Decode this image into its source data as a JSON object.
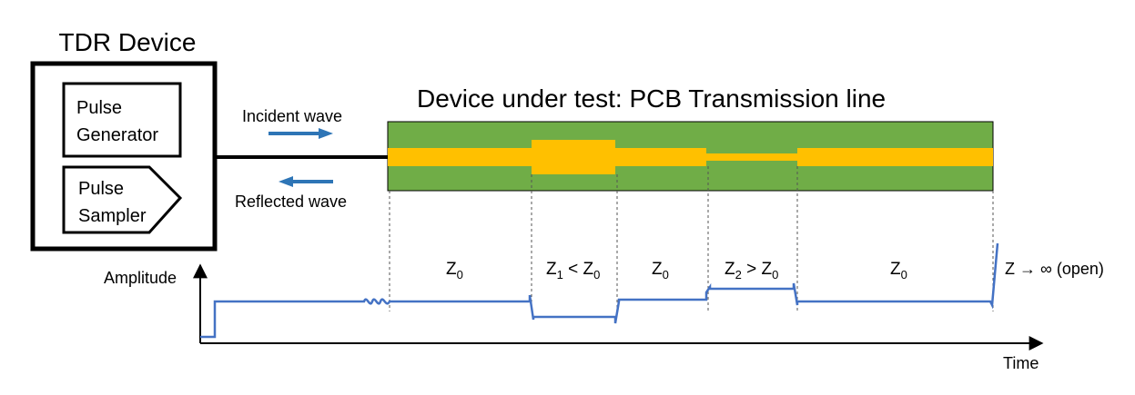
{
  "device": {
    "title": "TDR Device",
    "generator": {
      "line1": "Pulse",
      "line2": "Generator"
    },
    "sampler": {
      "line1": "Pulse",
      "line2": "Sampler"
    }
  },
  "waves": {
    "incident": "Incident wave",
    "reflected": "Reflected wave"
  },
  "dut": {
    "title": "Device under test: PCB Transmission line"
  },
  "zones": [
    {
      "main": "Z",
      "sub": "0",
      "rest": ""
    },
    {
      "main": "Z",
      "sub": "1",
      "rest": " < Z",
      "sub2": "0"
    },
    {
      "main": "Z",
      "sub": "0",
      "rest": ""
    },
    {
      "main": "Z",
      "sub": "2",
      "rest": " > Z",
      "sub2": "0"
    },
    {
      "main": "Z",
      "sub": "0",
      "rest": ""
    }
  ],
  "open_label": "Z → ∞ (open)",
  "axes": {
    "ylabel": "Amplitude",
    "xlabel": "Time"
  },
  "colors": {
    "board": "#70ad47",
    "trace": "#ffc000",
    "arrow": "#2e75b6",
    "signal": "#4472c4"
  }
}
